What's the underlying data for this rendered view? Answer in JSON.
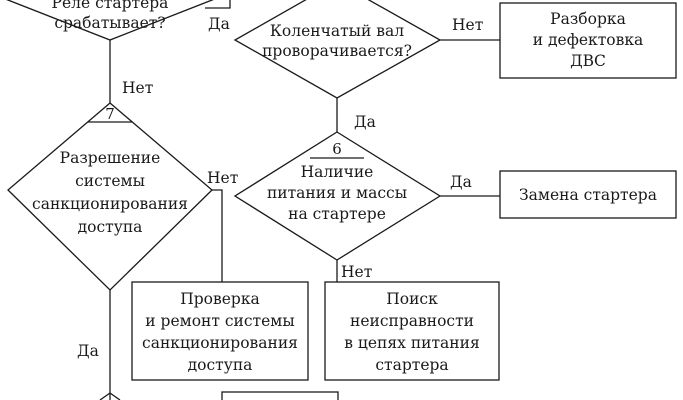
{
  "diagram": {
    "relay_decision": {
      "lines": [
        "Реле стартера",
        "срабатывает?"
      ]
    },
    "crankshaft_decision": {
      "lines": [
        "Коленчатый вал",
        "проворачивается?"
      ]
    },
    "disassembly_box": {
      "lines": [
        "Разборка",
        "и дефектовка",
        "ДВС"
      ]
    },
    "authorization_decision": {
      "number": "7",
      "lines": [
        "Разрешение",
        "системы",
        "санкционирования",
        "доступа"
      ]
    },
    "power_ground_decision": {
      "number": "6",
      "lines": [
        "Наличие",
        "питания и массы",
        "на стартере"
      ]
    },
    "replace_starter_box": {
      "lines": [
        "Замена стартера"
      ]
    },
    "repair_auth_box": {
      "lines": [
        "Проверка",
        "и ремонт системы",
        "санкционирования",
        "доступа"
      ]
    },
    "fault_search_box": {
      "lines": [
        "Поиск",
        "неисправности",
        "в цепях питания",
        "стартера"
      ]
    },
    "edge_labels": {
      "relay_yes": "Да",
      "relay_no": "Нет",
      "crank_no": "Нет",
      "crank_yes": "Да",
      "auth_no": "Нет",
      "auth_yes": "Да",
      "power_yes": "Да",
      "power_no": "Нет"
    }
  }
}
